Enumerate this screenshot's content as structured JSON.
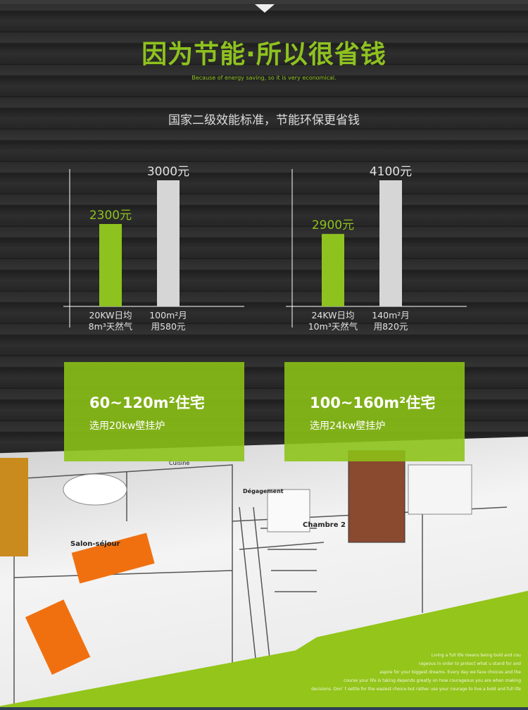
{
  "header": {
    "title": "因为节能·所以很省钱",
    "subtitle_en": "Because of energy saving, so it is very economical.",
    "subtitle_cn": "国家二级效能标准，节能环保更省钱"
  },
  "colors": {
    "accent": "#8ec21f",
    "compare": "#d6d6d6",
    "background": "#2b2b2b"
  },
  "chart_data": [
    {
      "type": "bar",
      "categories": [
        "20KW日均 8m³天然气",
        "100m²月 用580元"
      ],
      "category_lines": [
        [
          "20KW日均",
          "8m³天然气"
        ],
        [
          "100m²月",
          "用580元"
        ]
      ],
      "values": [
        2300,
        3000
      ],
      "data_labels": [
        "2300元",
        "3000元"
      ],
      "colors": [
        "#8ec21f",
        "#d6d6d6"
      ],
      "grid": false
    },
    {
      "type": "bar",
      "categories": [
        "24KW日均 10m³天然气",
        "140m²月 用820元"
      ],
      "category_lines": [
        [
          "24KW日均",
          "10m³天然气"
        ],
        [
          "140m²月",
          "用820元"
        ]
      ],
      "values": [
        2900,
        4100
      ],
      "data_labels": [
        "2900元",
        "4100元"
      ],
      "colors": [
        "#8ec21f",
        "#d6d6d6"
      ],
      "grid": false
    }
  ],
  "cards": [
    {
      "title": "60~120m²住宅",
      "desc": "选用20kw壁挂炉"
    },
    {
      "title": "100~160m²住宅",
      "desc": "选用24kw壁挂炉"
    }
  ],
  "plan_labels": [
    "Salon-séjour",
    "Cuisine",
    "Dégagement",
    "Chambre 2"
  ],
  "quote": [
    "Living a full life means being bold and cou",
    "rageous in order to protect what u stand for and",
    "aspire for your biggest dreams. Every day we face choices and the",
    "course your life is taking depends greatly on how courageous you are when making",
    "decisions. Don’ t settle for the easiest choice but rather use your courage to live a bold and full life"
  ]
}
